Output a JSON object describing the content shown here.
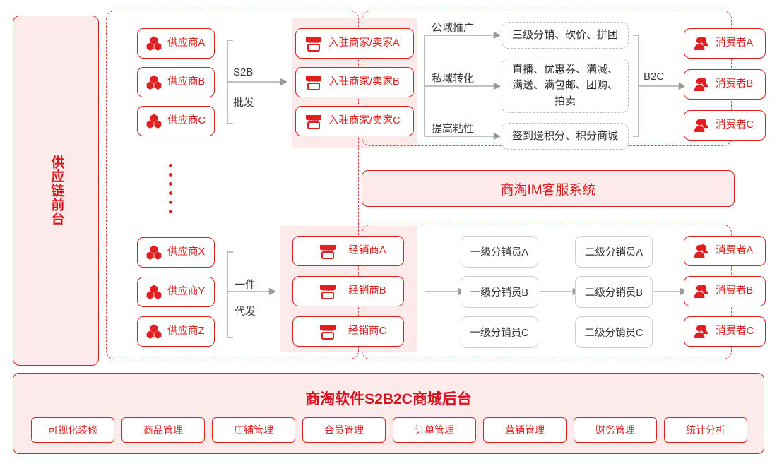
{
  "sidebar": {
    "title": "供应链前台"
  },
  "suppliers_top": [
    {
      "label": "供应商A",
      "icon": "hexagon-cluster-icon"
    },
    {
      "label": "供应商B",
      "icon": "hexagon-cluster-icon"
    },
    {
      "label": "供应商C",
      "icon": "hexagon-cluster-icon"
    }
  ],
  "suppliers_bottom": [
    {
      "label": "供应商X",
      "icon": "hexagon-cluster-icon"
    },
    {
      "label": "供应商Y",
      "icon": "hexagon-cluster-icon"
    },
    {
      "label": "供应商Z",
      "icon": "hexagon-cluster-icon"
    }
  ],
  "merchants": [
    {
      "label": "入驻商家/卖家A",
      "icon": "shop-icon"
    },
    {
      "label": "入驻商家/卖家B",
      "icon": "shop-icon"
    },
    {
      "label": "入驻商家/卖家C",
      "icon": "shop-icon"
    }
  ],
  "dealers": [
    {
      "label": "经销商A",
      "icon": "shop-icon"
    },
    {
      "label": "经销商B",
      "icon": "shop-icon"
    },
    {
      "label": "经销商C",
      "icon": "shop-icon"
    }
  ],
  "distributors_l1": [
    {
      "label": "一级分销员A"
    },
    {
      "label": "一级分销员B"
    },
    {
      "label": "一级分销员C"
    }
  ],
  "distributors_l2": [
    {
      "label": "二级分销员A"
    },
    {
      "label": "二级分销员B"
    },
    {
      "label": "二级分销员C"
    }
  ],
  "consumers_top": [
    {
      "label": "消费者A",
      "icon": "user-group-icon"
    },
    {
      "label": "消费者B",
      "icon": "user-group-icon"
    },
    {
      "label": "消费者C",
      "icon": "user-group-icon"
    }
  ],
  "consumers_bottom": [
    {
      "label": "消费者A",
      "icon": "user-group-icon"
    },
    {
      "label": "消费者B",
      "icon": "user-group-icon"
    },
    {
      "label": "消费者C",
      "icon": "user-group-icon"
    }
  ],
  "connectors": {
    "s2b_line1": "S2B",
    "s2b_line2": "批发",
    "dropship_line1": "一件",
    "dropship_line2": "代发",
    "b2c": "B2C"
  },
  "channels": [
    {
      "label": "公域推广"
    },
    {
      "label": "私域转化"
    },
    {
      "label": "提高粘性"
    }
  ],
  "marketing": [
    {
      "text": "三级分销、砍价、拼团"
    },
    {
      "text": "直播、优惠券、满减、满送、满包邮、团购、拍卖"
    },
    {
      "text": "签到送积分、积分商城"
    }
  ],
  "im_system": {
    "title": "商淘IM客服系统"
  },
  "admin": {
    "title": "商淘软件S2B2C商城后台",
    "modules": [
      {
        "label": "可视化装修"
      },
      {
        "label": "商品管理"
      },
      {
        "label": "店铺管理"
      },
      {
        "label": "会员管理"
      },
      {
        "label": "订单管理"
      },
      {
        "label": "营销管理"
      },
      {
        "label": "财务管理"
      },
      {
        "label": "统计分析"
      }
    ]
  },
  "colors": {
    "brand_red": "#e02020",
    "deep_red": "#d9121f",
    "pink_fill": "#fdeaea",
    "gray_line": "#999999",
    "gray_border": "#cfcfcf"
  }
}
